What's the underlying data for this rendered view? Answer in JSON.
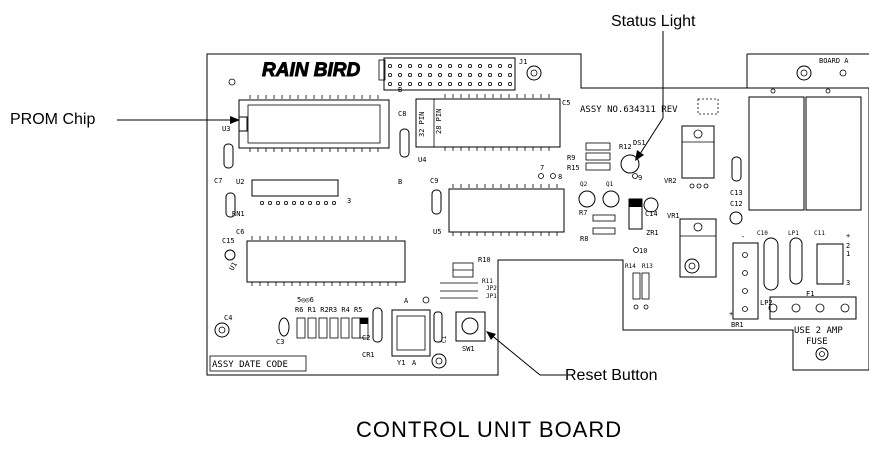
{
  "callouts": {
    "prom_chip": "PROM Chip",
    "status_light": "Status Light",
    "reset_button": "Reset Button"
  },
  "caption": "CONTROL UNIT BOARD",
  "board": {
    "brand_logo": "RAIN BIRD",
    "assy_no": "ASSY NO.634311 REV",
    "assy_date_code": "ASSY DATE CODE",
    "board_a": "BOARD A",
    "fuse_note_1": "USE 2 AMP",
    "fuse_note_2": "FUSE",
    "chip_pins_32": "32 PIN",
    "chip_pins_28": "28 PIN"
  },
  "components": {
    "J1": "J1",
    "U3": "U3",
    "U4": "U4",
    "C8": "C8",
    "C5": "C5",
    "C7": "C7",
    "U2": "U2",
    "RN1": "RN1",
    "C6": "C6",
    "C15": "C15",
    "U1": "U1",
    "C4": "C4",
    "C3": "C3",
    "C2": "C2",
    "CR1": "CR1",
    "C1": "C1",
    "Y1": "Y1",
    "SW1": "SW1",
    "C9": "C9",
    "U5": "U5",
    "R10": "R10",
    "R11": "R11",
    "JP2": "JP2",
    "JP1": "JP1",
    "R12": "R12",
    "R9": "R9",
    "R15": "R15",
    "DS1": "DS1",
    "Q2": "Q2",
    "Q1": "Q1",
    "R7": "R7",
    "R8": "R8",
    "C14": "C14",
    "ZR1": "ZR1",
    "VR1": "VR1",
    "VR2": "VR2",
    "C13": "C13",
    "C12": "C12",
    "C10": "C10",
    "LP1": "LP1",
    "C11": "C11",
    "LP2": "LP2",
    "F1": "F1",
    "BR1": "BR1",
    "R14": "R14",
    "R13": "R13",
    "resistor_row": "R6 R1 R2R3 R4 R5",
    "testpoints_56": "5◎◎6",
    "tp7": "7",
    "tp8": "8",
    "tp9": "9",
    "tp10": "10",
    "tp3": "3",
    "pin_b_top": "B",
    "pin_b_bottom": "B",
    "pin_a_top": "A",
    "pin_a_bottom": "A",
    "pin_1": "1",
    "pin_2": "2",
    "pin_3": "3",
    "pin_plus": "+",
    "pin_minus": "-"
  },
  "colors": {
    "line": "#000000",
    "background": "#ffffff"
  }
}
